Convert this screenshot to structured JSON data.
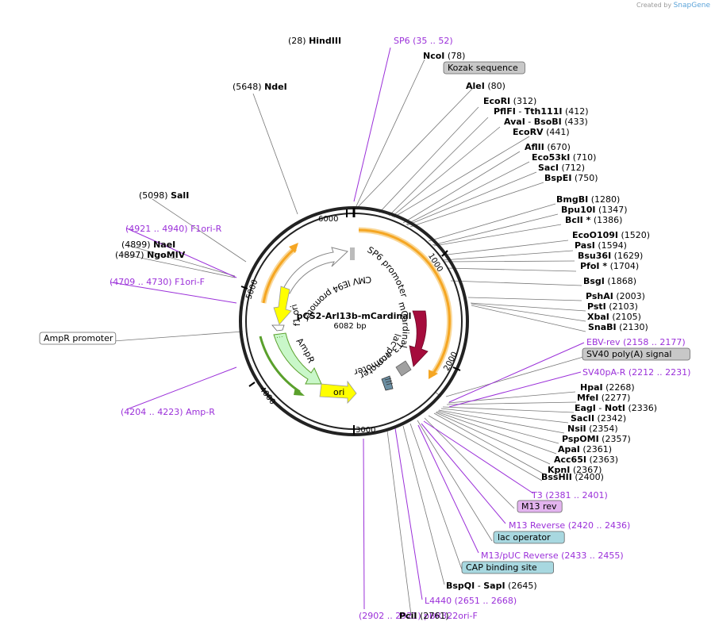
{
  "credit": {
    "prefix": "Created by",
    "brand": "SnapGene"
  },
  "plasmid": {
    "name": "pCS2-Arl13b-mCardinal",
    "length": "6082 bp"
  },
  "ticks": [
    "1000",
    "2000",
    "3000",
    "4000",
    "5000",
    "6000"
  ],
  "features": {
    "sp6_promoter": "SP6 promoter",
    "mcardinal": "mCardinal",
    "t3_promoter": "T3 promoter",
    "lac_promoter": "lac promoter",
    "ori": "ori",
    "ampr": "AmpR",
    "f1_ori": "f1 ori",
    "cmv_ie94": "CMV IE94 promoter"
  },
  "labels": [
    {
      "pos": "(28)",
      "name": "HindIII"
    },
    {
      "pos": "(5648)",
      "name": "NdeI"
    },
    {
      "pos": "(5098)",
      "name": "SalI"
    },
    {
      "range": "(4921 .. 4940)",
      "name": "F1ori-R"
    },
    {
      "pos": "(4899)",
      "name": "NaeI"
    },
    {
      "pos": "(4897)",
      "name": "NgoMIV"
    },
    {
      "range": "(4709 .. 4730)",
      "name": "F1ori-F"
    },
    {
      "box": "AmpR promoter"
    },
    {
      "range": "(4204 .. 4223)",
      "name": "Amp-R"
    },
    {
      "range": "(2902 .. 2921)",
      "name": "pBR322ori-F"
    },
    {
      "name": "SP6",
      "range": "(35 .. 52)"
    },
    {
      "name": "NcoI",
      "pos": "(78)"
    },
    {
      "box": "Kozak sequence"
    },
    {
      "name": "AleI",
      "pos": "(80)"
    },
    {
      "name": "EcoRI",
      "pos": "(312)"
    },
    {
      "name": "PflFI",
      "sep": "-",
      "name2": "Tth111I",
      "pos": "(412)"
    },
    {
      "name": "AvaI",
      "sep": "-",
      "name2": "BsoBI",
      "pos": "(433)"
    },
    {
      "name": "EcoRV",
      "pos": "(441)"
    },
    {
      "name": "AflII",
      "pos": "(670)"
    },
    {
      "name": "Eco53kI",
      "pos": "(710)"
    },
    {
      "name": "SacI",
      "pos": "(712)"
    },
    {
      "name": "BspEI",
      "pos": "(750)"
    },
    {
      "name": "BmgBI",
      "pos": "(1280)"
    },
    {
      "name": "Bpu10I",
      "pos": "(1347)"
    },
    {
      "name": "BclI *",
      "pos": "(1386)"
    },
    {
      "name": "EcoO109I",
      "pos": "(1520)"
    },
    {
      "name": "PasI",
      "pos": "(1594)"
    },
    {
      "name": "Bsu36I",
      "pos": "(1629)"
    },
    {
      "name": "PfoI *",
      "pos": "(1704)"
    },
    {
      "name": "BsgI",
      "pos": "(1868)"
    },
    {
      "name": "PshAI",
      "pos": "(2003)"
    },
    {
      "name": "PstI",
      "pos": "(2103)"
    },
    {
      "name": "XbaI",
      "pos": "(2105)"
    },
    {
      "name": "SnaBI",
      "pos": "(2130)"
    },
    {
      "name": "EBV-rev",
      "range": "(2158 .. 2177)"
    },
    {
      "box": "SV40 poly(A) signal"
    },
    {
      "name": "SV40pA-R",
      "range": "(2212 .. 2231)"
    },
    {
      "name": "HpaI",
      "pos": "(2268)"
    },
    {
      "name": "MfeI",
      "pos": "(2277)"
    },
    {
      "name": "EagI",
      "sep": "-",
      "name2": "NotI",
      "pos": "(2336)"
    },
    {
      "name": "SacII",
      "pos": "(2342)"
    },
    {
      "name": "NsiI",
      "pos": "(2354)"
    },
    {
      "name": "PspOMI",
      "pos": "(2357)"
    },
    {
      "name": "ApaI",
      "pos": "(2361)"
    },
    {
      "name": "Acc65I",
      "pos": "(2363)"
    },
    {
      "name": "KpnI",
      "pos": "(2367)"
    },
    {
      "name": "BssHII",
      "pos": "(2400)"
    },
    {
      "name": "T3",
      "range": "(2381 .. 2401)"
    },
    {
      "box": "M13 rev"
    },
    {
      "name": "M13 Reverse",
      "range": "(2420 .. 2436)"
    },
    {
      "box": "lac operator"
    },
    {
      "name": "M13/pUC Reverse",
      "range": "(2433 .. 2455)"
    },
    {
      "box": "CAP binding site"
    },
    {
      "name": "BspQI",
      "sep": "-",
      "name2": "SapI",
      "pos": "(2645)"
    },
    {
      "name": "L4440",
      "range": "(2651 .. 2668)"
    },
    {
      "name": "PciI",
      "pos": "(2761)"
    }
  ],
  "colors": {
    "enzyme": "#000000",
    "primer": "#9b30d9",
    "orange": "#f5a623",
    "yellow": "#ffff00",
    "mcardinal": "#a50c3c",
    "ampr": "#c9f7c9",
    "backbone": "#222222",
    "leader": "#777777",
    "box_gray": "#c8c8c8",
    "box_purple": "#e3b4ef",
    "box_teal": "#a8d8e0"
  }
}
